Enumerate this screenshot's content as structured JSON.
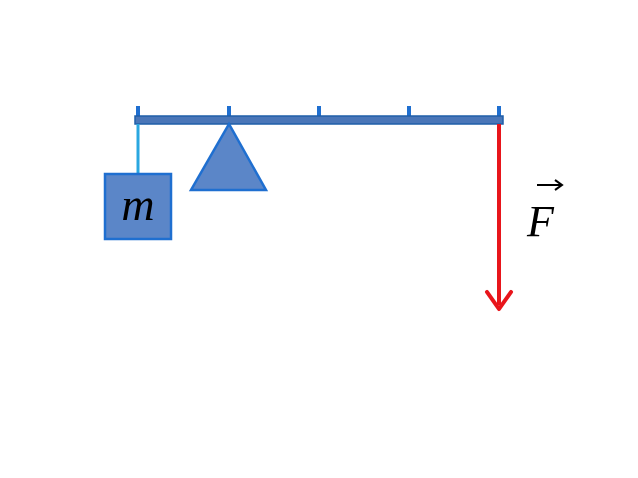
{
  "diagram": {
    "mass_label": "m",
    "force_label": "F",
    "colors": {
      "lever": "#4a76b8",
      "lever_outline": "#1f5fa8",
      "tick": "#1f6fd0",
      "string": "#2aa7e0",
      "mass_fill": "#5b86c8",
      "mass_outline": "#1f6fd0",
      "fulcrum_fill": "#5b86c8",
      "fulcrum_outline": "#1f6fd0",
      "force_arrow": "#e8151b"
    },
    "icons": {
      "force_vector_mark": "right-arrow-over-letter"
    }
  }
}
